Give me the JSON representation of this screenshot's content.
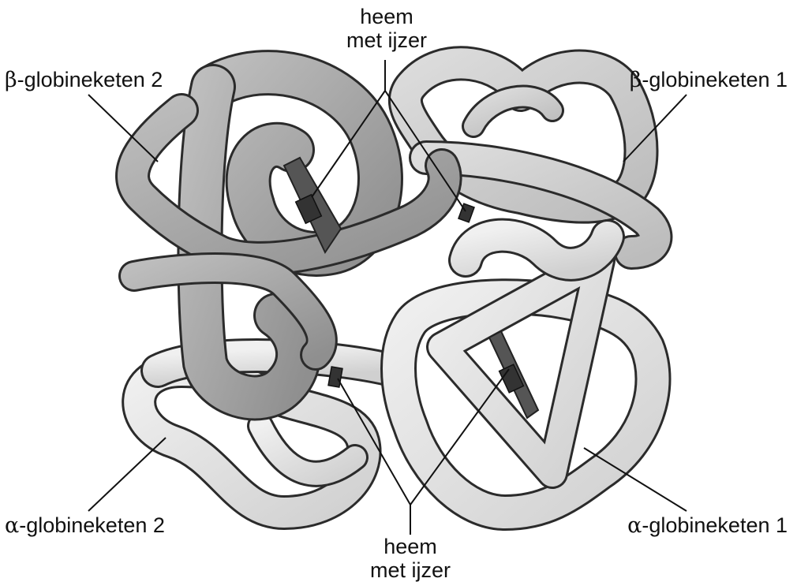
{
  "labels": {
    "beta2": {
      "symbol": "β",
      "text": "-globineketen 2"
    },
    "beta1": {
      "symbol": "β",
      "text": "-globineketen 1"
    },
    "alpha2": {
      "symbol": "α",
      "text": "-globineketen 2"
    },
    "alpha1": {
      "symbol": "α",
      "text": "-globineketen 1"
    },
    "heme_top": {
      "line1": "heem",
      "line2": "met ijzer"
    },
    "heme_bottom": {
      "line1": "heem",
      "line2": "met ijzer"
    }
  },
  "colors": {
    "beta2_chain": "#a8a8a8",
    "beta1_chain": "#cfcfcf",
    "alpha_chains": "#e4e4e4",
    "outline": "#2b2b2b",
    "heme": "#555555",
    "leader_line": "#111111"
  }
}
